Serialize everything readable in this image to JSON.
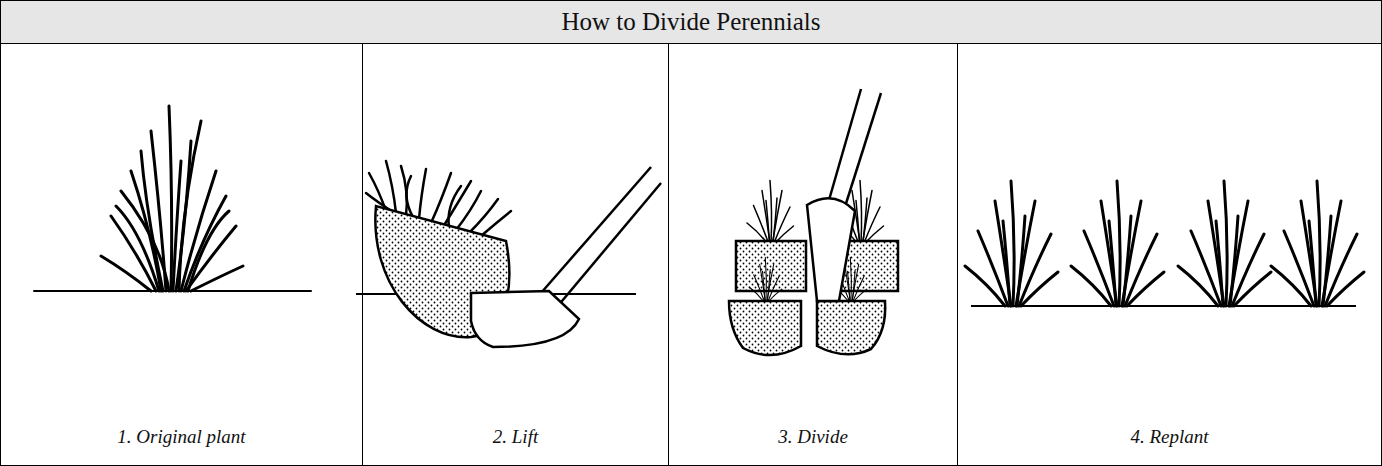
{
  "diagram": {
    "title": "How to Divide Perennials",
    "nodes": [
      {
        "text": [
          "1. Original plant"
        ]
      },
      {
        "text": [
          "2. Lift"
        ]
      },
      {
        "text": [
          "3. Divide"
        ]
      },
      {
        "text": [
          "4. Replant"
        ]
      }
    ]
  }
}
